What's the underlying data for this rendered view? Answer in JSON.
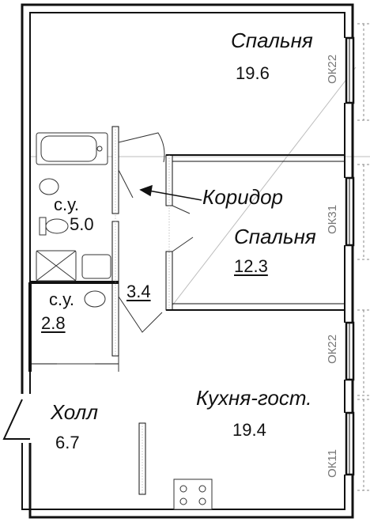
{
  "rooms": {
    "bedroom1": {
      "name": "Спальня",
      "area": "19.6"
    },
    "corridor": {
      "name": "Коридор",
      "area": "3.4"
    },
    "bedroom2": {
      "name": "Спальня",
      "area": "12.3"
    },
    "bath1": {
      "name": "с.у.",
      "area": "5.0"
    },
    "bath2": {
      "name": "с.у.",
      "area": "2.8"
    },
    "hall": {
      "name": "Холл",
      "area": "6.7"
    },
    "kitchen": {
      "name": "Кухня-гост.",
      "area": "19.4"
    }
  },
  "windows": [
    "ОК22",
    "ОК31",
    "ОК22",
    "ОК11"
  ]
}
